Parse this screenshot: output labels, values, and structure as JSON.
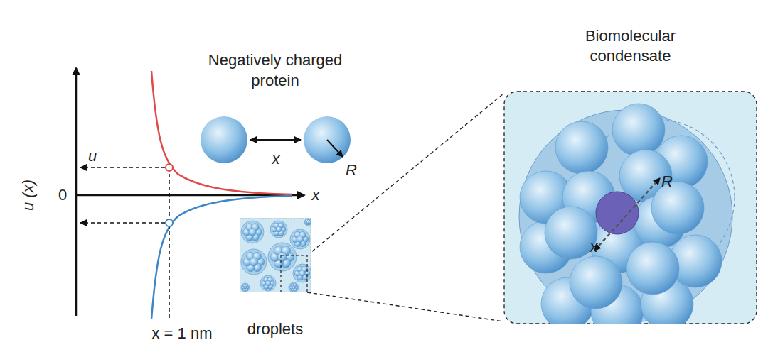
{
  "diagram": {
    "nodes": [
      {
        "text": [
          "droplets"
        ]
      },
      {
        "text": [
          "Biomolecular condensate"
        ]
      }
    ],
    "edges": [
      {
        "from": 0,
        "to": 1,
        "arrow": "none"
      }
    ],
    "labels": [
      "u (x)",
      "u",
      "0",
      "x",
      "x = 1 nm",
      "Negatively charged protein",
      "x",
      "R",
      "R",
      "x"
    ]
  }
}
